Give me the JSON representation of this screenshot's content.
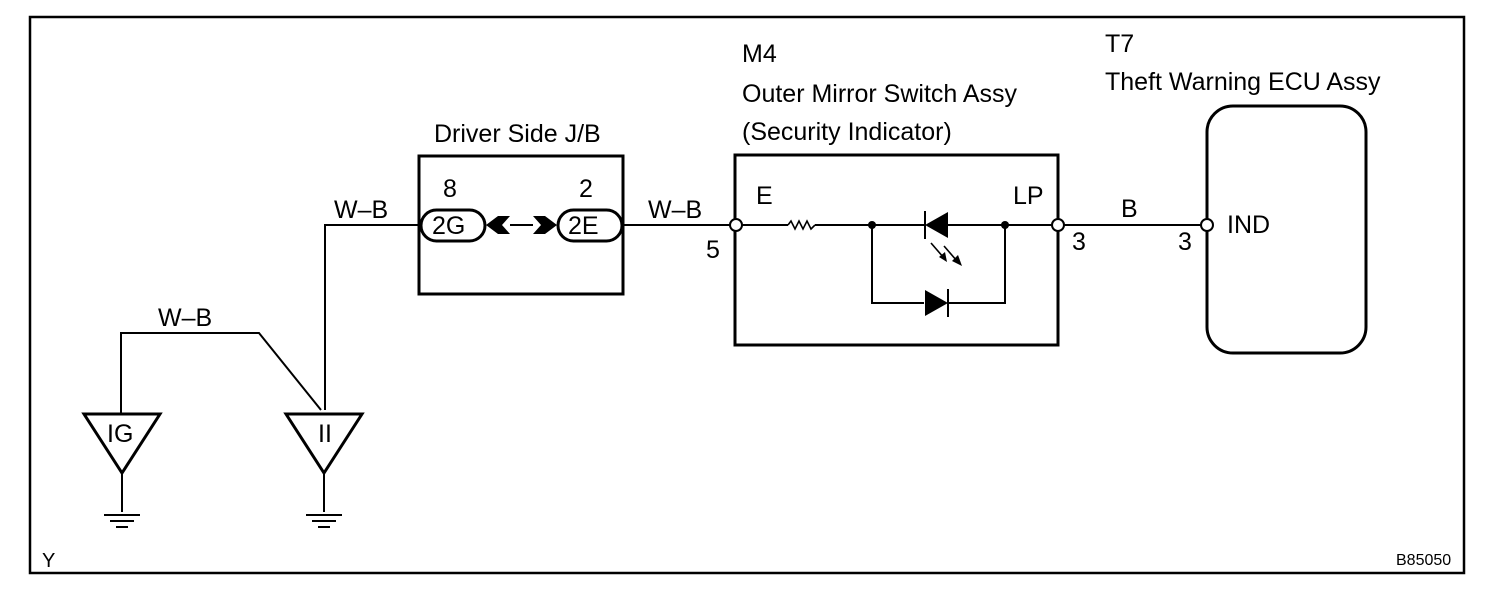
{
  "diagram": {
    "id_code": "B85050",
    "corner_mark": "Y",
    "jb": {
      "title": "Driver Side J/B",
      "left_pin": "8",
      "left_connector": "2G",
      "right_pin": "2",
      "right_connector": "2E"
    },
    "mirror_switch": {
      "code": "M4",
      "name": "Outer Mirror Switch Assy",
      "subtitle": "(Security Indicator)",
      "terminal_e": "E",
      "terminal_lp": "LP",
      "pin_left": "5",
      "pin_right": "3"
    },
    "ecu": {
      "code": "T7",
      "name": "Theft Warning ECU Assy",
      "terminal": "IND",
      "pin": "3"
    },
    "wires": {
      "ground_to_jb": "W–B",
      "jb_to_switch": "W–B",
      "ground_link": "W–B",
      "switch_to_ecu": "B"
    },
    "grounds": {
      "left": "IG",
      "right": "II"
    }
  }
}
